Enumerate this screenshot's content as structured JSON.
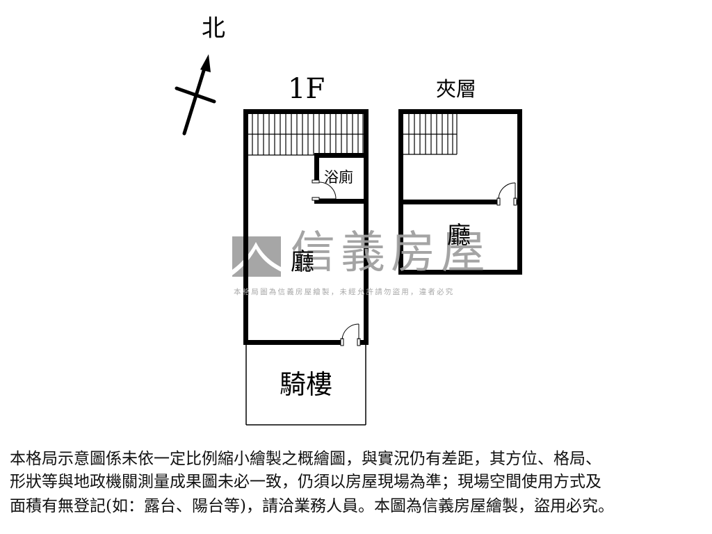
{
  "compass": {
    "label": "北",
    "icon": "north-arrow-icon"
  },
  "floors": [
    {
      "id": "1F",
      "title": "1F",
      "rooms": [
        {
          "name": "stairs",
          "label": ""
        },
        {
          "name": "bathroom",
          "label": "浴廁"
        },
        {
          "name": "living-room",
          "label": "廳"
        },
        {
          "name": "arcade",
          "label": "騎樓"
        }
      ]
    },
    {
      "id": "mezzanine",
      "title": "夾層",
      "rooms": [
        {
          "name": "stairs",
          "label": ""
        },
        {
          "name": "living-room",
          "label": "廳"
        }
      ]
    }
  ],
  "watermark": {
    "brand": "信義房屋",
    "subtext": "本格局圖為信義房屋繪製，未經允許請勿盜用，違者必究",
    "color": "#a0a0a0"
  },
  "disclaimer": {
    "lines": [
      "本格局示意圖係未依一定比例縮小繪製之概繪圖，與實況仍有差距，其方位、格局、",
      "形狀等與地政機關測量成果圖未必一致，仍須以房屋現場為準；現場空間使用方式及",
      "面積有無登記(如：露台、陽台等)，請洽業務人員。本圖為信義房屋繪製，盜用必究。"
    ]
  }
}
